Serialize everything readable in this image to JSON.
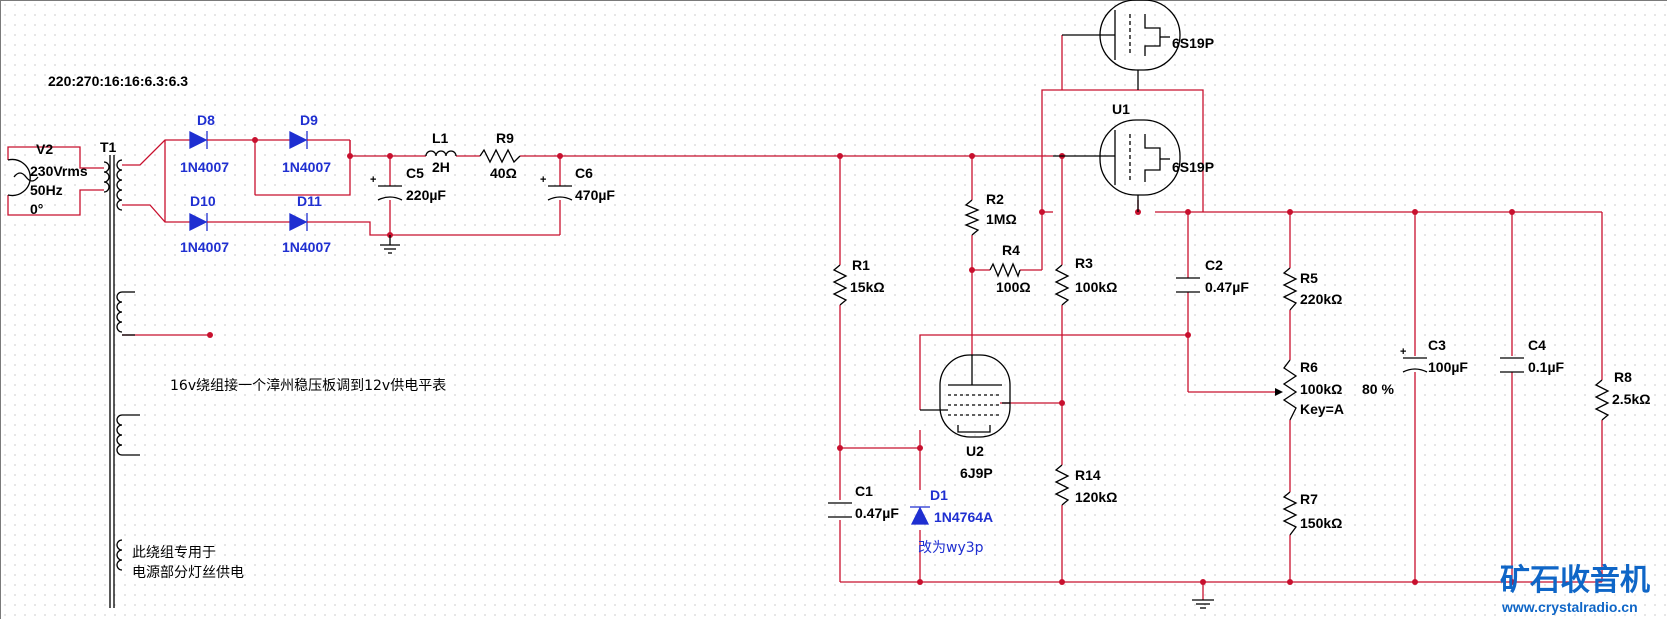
{
  "header": {
    "turns_ratio": "220:270:16:16:6.3:6.3"
  },
  "components": {
    "v2": {
      "ref": "V2",
      "value": "230Vrms",
      "freq": "50Hz",
      "phase": "0°"
    },
    "t1": {
      "ref": "T1"
    },
    "d8": {
      "ref": "D8",
      "part": "1N4007"
    },
    "d9": {
      "ref": "D9",
      "part": "1N4007"
    },
    "d10": {
      "ref": "D10",
      "part": "1N4007"
    },
    "d11": {
      "ref": "D11",
      "part": "1N4007"
    },
    "l1": {
      "ref": "L1",
      "value": "2H"
    },
    "r9": {
      "ref": "R9",
      "value": "40Ω"
    },
    "c5": {
      "ref": "C5",
      "value": "220µF"
    },
    "c6": {
      "ref": "C6",
      "value": "470µF"
    },
    "u1": {
      "ref": "U1",
      "part_top": "6S19P",
      "part_bottom": "6S19P"
    },
    "r1": {
      "ref": "R1",
      "value": "15kΩ"
    },
    "r2": {
      "ref": "R2",
      "value": "1MΩ"
    },
    "r4": {
      "ref": "R4",
      "value": "100Ω"
    },
    "r3": {
      "ref": "R3",
      "value": "100kΩ"
    },
    "c2": {
      "ref": "C2",
      "value": "0.47µF"
    },
    "r5": {
      "ref": "R5",
      "value": "220kΩ"
    },
    "r6": {
      "ref": "R6",
      "value": "100kΩ",
      "key": "Key=A",
      "percent": "80 %"
    },
    "r7": {
      "ref": "R7",
      "value": "150kΩ"
    },
    "c3": {
      "ref": "C3",
      "value": "100µF"
    },
    "c4": {
      "ref": "C4",
      "value": "0.1µF"
    },
    "r8": {
      "ref": "R8",
      "value": "2.5kΩ"
    },
    "u2": {
      "ref": "U2",
      "part": "6J9P"
    },
    "c1": {
      "ref": "C1",
      "value": "0.47µF"
    },
    "d1": {
      "ref": "D1",
      "part": "1N4764A",
      "note": "改为wy3p"
    },
    "r14": {
      "ref": "R14",
      "value": "120kΩ"
    }
  },
  "notes": {
    "winding_16v": "16v绕组接一个漳州稳压板调到12v供电平表",
    "filament_line1": "此绕组专用于",
    "filament_line2": "电源部分灯丝供电"
  },
  "watermark": {
    "title": "矿石收音机",
    "url": "www.crystalradio.cn"
  },
  "colors": {
    "wire": "#c8102e",
    "diode": "#1f2fd1",
    "watermark": "#0f66c7",
    "background": "#ffffff"
  }
}
